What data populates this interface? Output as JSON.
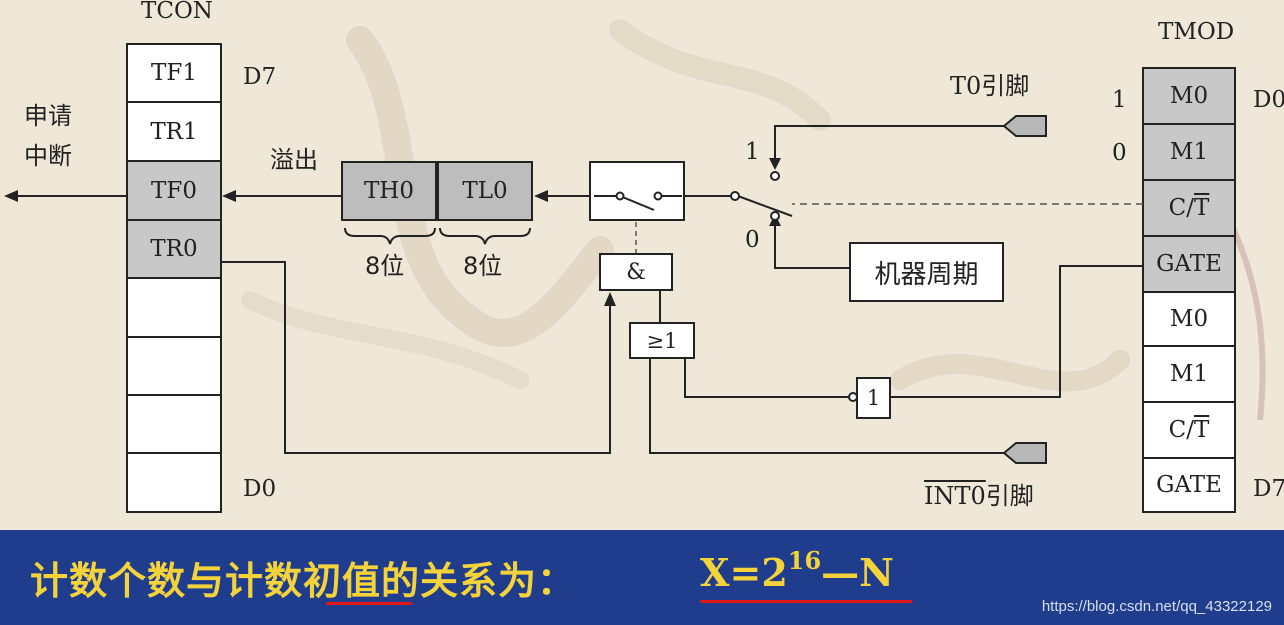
{
  "tcon": {
    "title": "TCON",
    "bits": [
      "TF1",
      "TR1",
      "TF0",
      "TR0",
      "",
      "",
      "",
      ""
    ],
    "top_label": "D7",
    "bottom_label": "D0"
  },
  "interrupt_label": [
    "申请",
    "中断"
  ],
  "overflow_label": "溢出",
  "counter": {
    "high": "TH0",
    "low": "TL0",
    "high_width": "8位",
    "low_width": "8位"
  },
  "t0_pin_label": "T0引脚",
  "int0_pin_label_overline": "INT0",
  "int0_pin_label_suffix": "引脚",
  "machine_cycle_label": "机器周期",
  "switch_labels": {
    "one": "1",
    "zero": "0"
  },
  "gates": {
    "and": "&",
    "or": "≥1",
    "not": "1"
  },
  "tmod": {
    "title": "TMOD",
    "upper_bits": [
      "M0",
      "M1",
      "C/T",
      "GATE"
    ],
    "lower_bits": [
      "M0",
      "M1",
      "C/T",
      "GATE"
    ],
    "m0_value": "1",
    "m1_value": "0",
    "right_top": "D0",
    "right_bottom": "D7"
  },
  "footer": {
    "text": "计数个数与计数初值的关系为：",
    "formula_base": "X=2",
    "formula_exp": "16",
    "formula_tail": "—N",
    "watermark": "https://blog.csdn.net/qq_43322129"
  },
  "colors": {
    "gray_cell": "#c8c8c8",
    "footer_bg": "#1f3d8c",
    "footer_text": "#f3d23a",
    "highlight": "#e01818"
  }
}
